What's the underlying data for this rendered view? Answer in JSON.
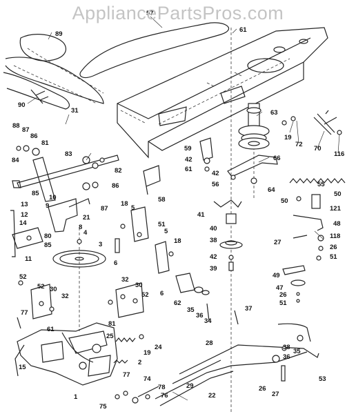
{
  "watermark": "AppliancePartsPros.com",
  "callouts": [
    {
      "id": "c57",
      "text": "57"
    },
    {
      "id": "c89",
      "text": "89"
    },
    {
      "id": "c61a",
      "text": "61"
    },
    {
      "id": "c90",
      "text": "90"
    },
    {
      "id": "c31",
      "text": "31"
    },
    {
      "id": "c88",
      "text": "88"
    },
    {
      "id": "c87a",
      "text": "87"
    },
    {
      "id": "c86a",
      "text": "86"
    },
    {
      "id": "c81a",
      "text": "81"
    },
    {
      "id": "c83",
      "text": "83"
    },
    {
      "id": "c82",
      "text": "82"
    },
    {
      "id": "c84a",
      "text": "84"
    },
    {
      "id": "c85a",
      "text": "85"
    },
    {
      "id": "c86b",
      "text": "86"
    },
    {
      "id": "c87b",
      "text": "87"
    },
    {
      "id": "c21",
      "text": "21"
    },
    {
      "id": "c10",
      "text": "10"
    },
    {
      "id": "c9",
      "text": "9"
    },
    {
      "id": "c8",
      "text": "8"
    },
    {
      "id": "c58",
      "text": "58"
    },
    {
      "id": "c63",
      "text": "63"
    },
    {
      "id": "c19",
      "text": "19"
    },
    {
      "id": "c72",
      "text": "72"
    },
    {
      "id": "c70",
      "text": "70"
    },
    {
      "id": "c116",
      "text": "116"
    },
    {
      "id": "c59",
      "text": "59"
    },
    {
      "id": "c42a",
      "text": "42"
    },
    {
      "id": "c61b",
      "text": "61"
    },
    {
      "id": "c66",
      "text": "66"
    },
    {
      "id": "c42b",
      "text": "42"
    },
    {
      "id": "c56",
      "text": "56"
    },
    {
      "id": "c64",
      "text": "64"
    },
    {
      "id": "c55",
      "text": "55"
    },
    {
      "id": "c50a",
      "text": "50"
    },
    {
      "id": "c50b",
      "text": "50"
    },
    {
      "id": "c121",
      "text": "121"
    },
    {
      "id": "c48",
      "text": "48"
    },
    {
      "id": "c118",
      "text": "118"
    },
    {
      "id": "c27a",
      "text": "27"
    },
    {
      "id": "c26a",
      "text": "26"
    },
    {
      "id": "c51a",
      "text": "51"
    },
    {
      "id": "c41",
      "text": "41"
    },
    {
      "id": "c40",
      "text": "40"
    },
    {
      "id": "c38a",
      "text": "38"
    },
    {
      "id": "c42c",
      "text": "42"
    },
    {
      "id": "c39",
      "text": "39"
    },
    {
      "id": "c49",
      "text": "49"
    },
    {
      "id": "c47",
      "text": "47"
    },
    {
      "id": "c26b",
      "text": "26"
    },
    {
      "id": "c51b",
      "text": "51"
    },
    {
      "id": "c13",
      "text": "13"
    },
    {
      "id": "c12",
      "text": "12"
    },
    {
      "id": "c14",
      "text": "14"
    },
    {
      "id": "c80",
      "text": "80"
    },
    {
      "id": "c85b",
      "text": "85"
    },
    {
      "id": "c11",
      "text": "11"
    },
    {
      "id": "c4",
      "text": "4"
    },
    {
      "id": "c3",
      "text": "3"
    },
    {
      "id": "c18a",
      "text": "18"
    },
    {
      "id": "c5a",
      "text": "5"
    },
    {
      "id": "c51c",
      "text": "51"
    },
    {
      "id": "c6a",
      "text": "6"
    },
    {
      "id": "c5b",
      "text": "5"
    },
    {
      "id": "c18b",
      "text": "18"
    },
    {
      "id": "c52a",
      "text": "52"
    },
    {
      "id": "c52b",
      "text": "52"
    },
    {
      "id": "c30a",
      "text": "30"
    },
    {
      "id": "c32a",
      "text": "32"
    },
    {
      "id": "c77a",
      "text": "77"
    },
    {
      "id": "c61c",
      "text": "61"
    },
    {
      "id": "c32b",
      "text": "32"
    },
    {
      "id": "c30b",
      "text": "30"
    },
    {
      "id": "c52c",
      "text": "52"
    },
    {
      "id": "c81b",
      "text": "81"
    },
    {
      "id": "c6b",
      "text": "6"
    },
    {
      "id": "c62",
      "text": "62"
    },
    {
      "id": "c35a",
      "text": "35"
    },
    {
      "id": "c36a",
      "text": "36"
    },
    {
      "id": "c34",
      "text": "34"
    },
    {
      "id": "c37",
      "text": "37"
    },
    {
      "id": "c25",
      "text": "25"
    },
    {
      "id": "c19b",
      "text": "19"
    },
    {
      "id": "c24",
      "text": "24"
    },
    {
      "id": "c2",
      "text": "2"
    },
    {
      "id": "c28",
      "text": "28"
    },
    {
      "id": "c15",
      "text": "15"
    },
    {
      "id": "c77b",
      "text": "77"
    },
    {
      "id": "c74",
      "text": "74"
    },
    {
      "id": "c29",
      "text": "29"
    },
    {
      "id": "c22",
      "text": "22"
    },
    {
      "id": "c1",
      "text": "1"
    },
    {
      "id": "c78",
      "text": "78"
    },
    {
      "id": "c76",
      "text": "76"
    },
    {
      "id": "c75",
      "text": "75"
    },
    {
      "id": "c38b",
      "text": "38"
    },
    {
      "id": "c36b",
      "text": "36"
    },
    {
      "id": "c35b",
      "text": "35"
    },
    {
      "id": "c26c",
      "text": "26"
    },
    {
      "id": "c27b",
      "text": "27"
    },
    {
      "id": "c53",
      "text": "53"
    }
  ]
}
